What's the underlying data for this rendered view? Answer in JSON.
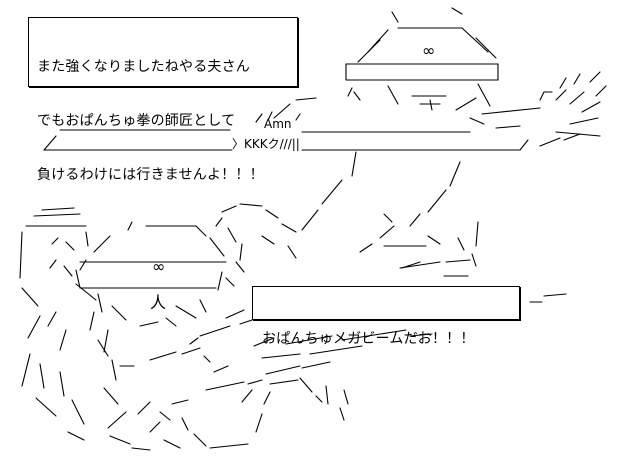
{
  "speech_top": {
    "lines": [
      "また強くなりましたねやる夫さん",
      "でもおぱんちゅ拳の師匠として",
      "負けるわけには行きませんよ！！！"
    ]
  },
  "speech_bottom": {
    "text": "おぱんちゅメガビームだお！！！"
  },
  "art_glyphs": {
    "infinity_top": "∞",
    "infinity_bottom": "∞",
    "kanji_nin": "人",
    "sword_grip": "〉KKKク///||",
    "sword_name": "Amn"
  }
}
